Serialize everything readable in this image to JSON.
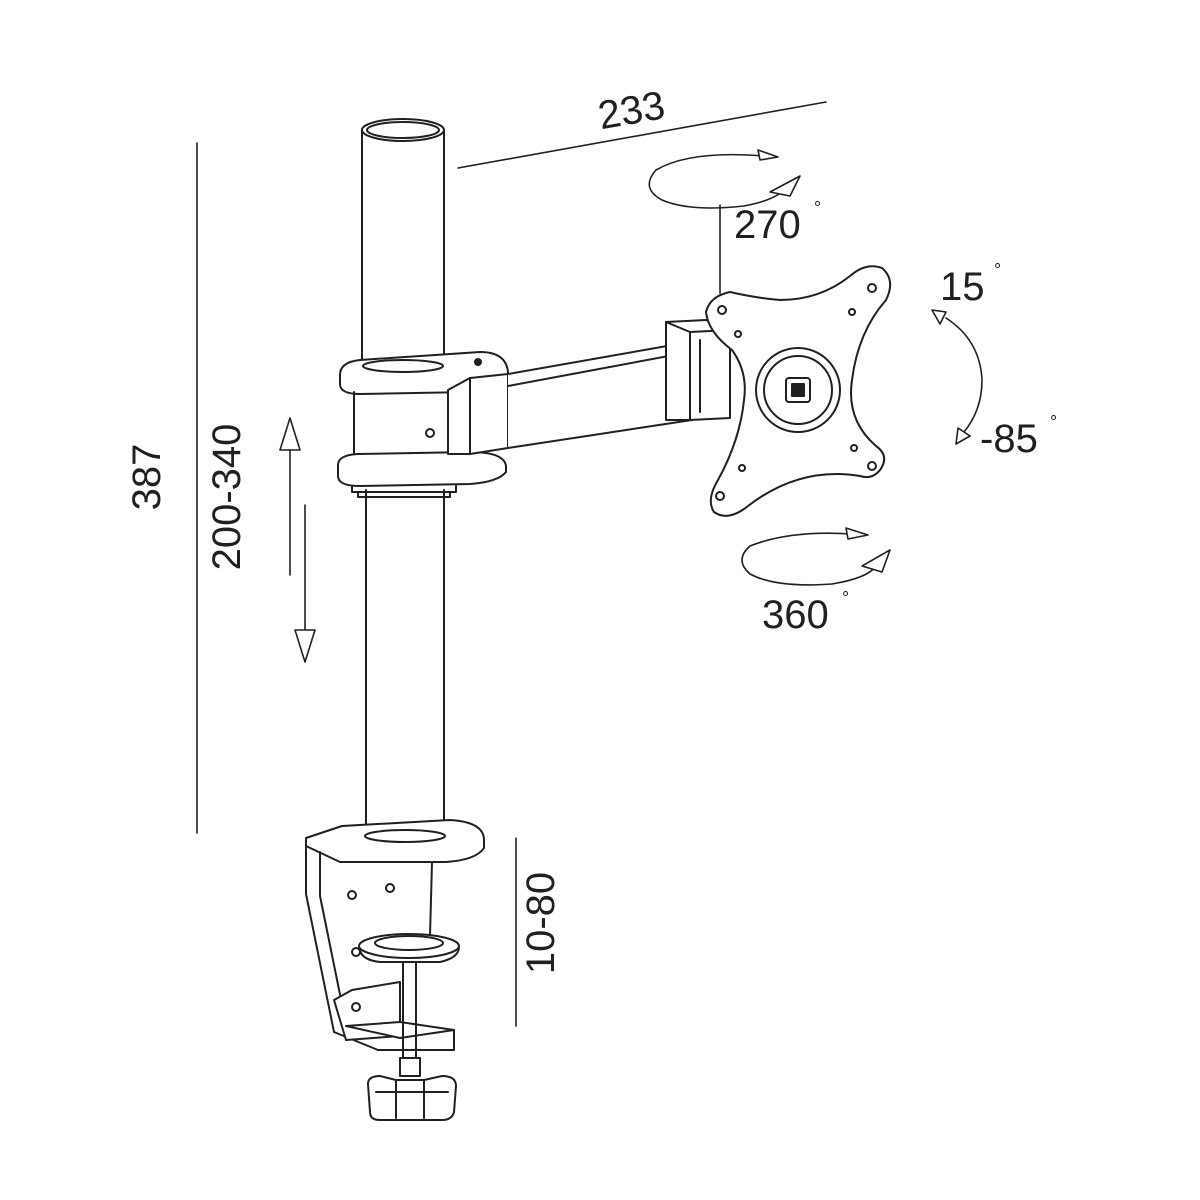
{
  "dimensions": {
    "arm_reach": "233",
    "total_height": "387",
    "height_adjust": "200-340",
    "clamp_range": "10-80"
  },
  "rotations": {
    "swivel": "270",
    "tilt_up": "15",
    "tilt_down": "-85",
    "rotate": "360",
    "degree_mark": "°"
  },
  "colors": {
    "line": "#231f20",
    "background": "#ffffff"
  }
}
